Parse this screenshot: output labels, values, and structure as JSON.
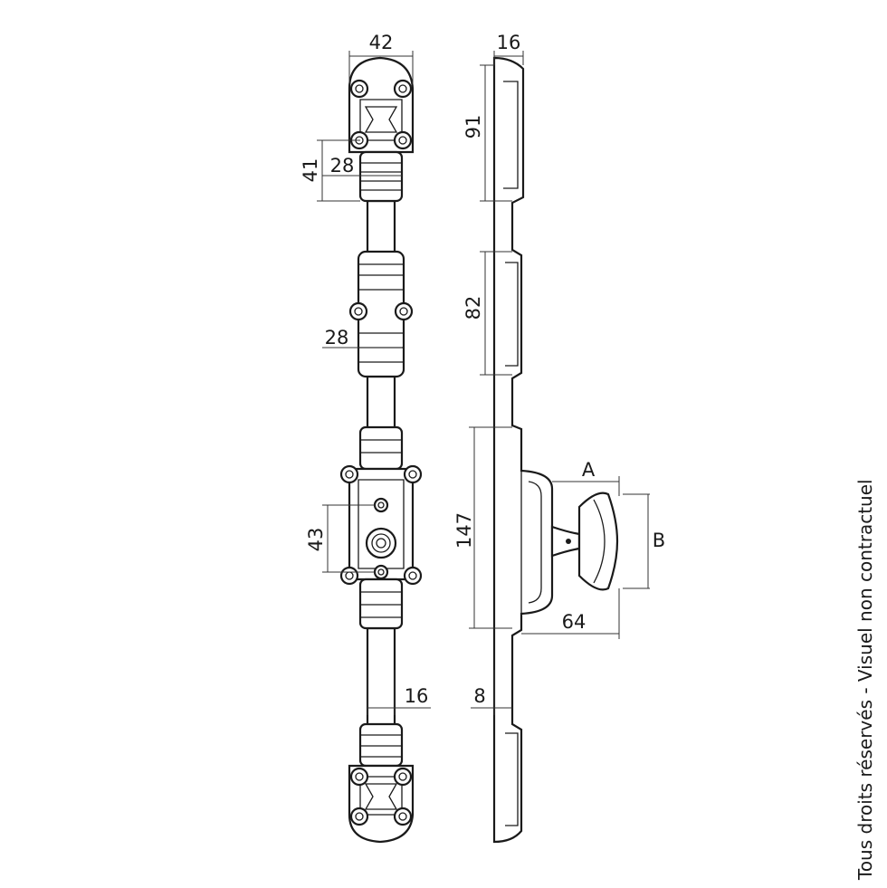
{
  "front_view": {
    "width_top": "42",
    "guide_height": "41",
    "guide_width_top": "28",
    "guide_width_middle": "28",
    "screw_spacing": "43",
    "rod_diameter": "16"
  },
  "side_view": {
    "depth": "16",
    "top_height": "91",
    "guide_height": "82",
    "case_height": "147",
    "offset": "8",
    "knob_projection_label": "A",
    "knob_diameter_label": "B",
    "knob_total_projection": "64"
  },
  "footnote": "Tous droits réservés - Visuel non contractuel"
}
